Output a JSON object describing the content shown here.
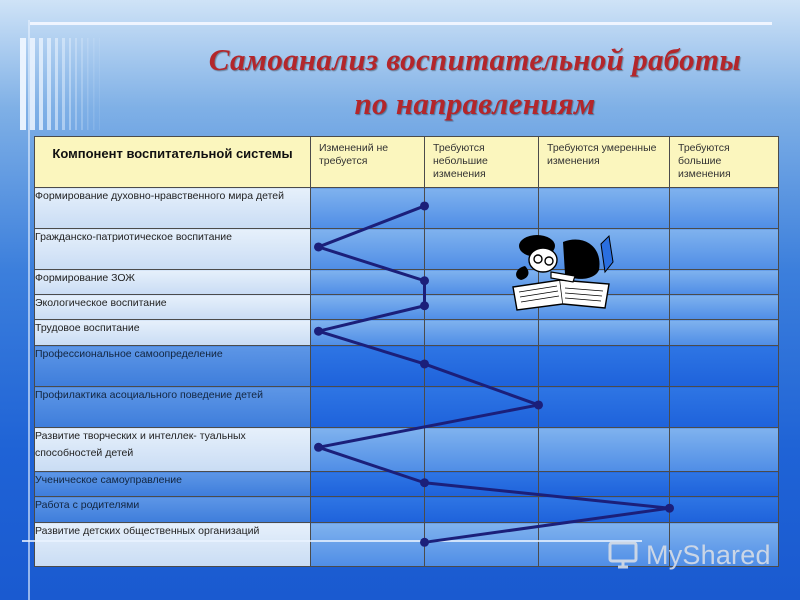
{
  "title": {
    "line1": "Самоанализ воспитательной работы",
    "line2": "по направлениям"
  },
  "table": {
    "header": {
      "component": "Компонент воспитательной системы",
      "columns": [
        "Изменений не требуется",
        "Требуются небольшие изменения",
        "Требуются умеренные изменения",
        "Требуются большие изменения"
      ]
    },
    "rows": [
      {
        "label": "Формирование духовно-нравственного мира детей",
        "level": 1
      },
      {
        "label": "Гражданско-патриотическое воспитание",
        "level": 0
      },
      {
        "label": "Формирование ЗОЖ",
        "level": 1
      },
      {
        "label": "Экологическое воспитание",
        "level": 1
      },
      {
        "label": "Трудовое воспитание",
        "level": 0
      },
      {
        "label": "Профессиональное самоопределение",
        "level": 1
      },
      {
        "label": "Профилактика асоциального поведение детей",
        "level": 2
      },
      {
        "label": "Развитие творческих и интеллек- туальных способностей детей",
        "level": 0
      },
      {
        "label": "Ученическое самоуправление",
        "level": 1
      },
      {
        "label": "Работа с родителями",
        "level": 3
      },
      {
        "label": "Развитие детских общественных организаций",
        "level": 1
      }
    ]
  },
  "colors": {
    "title": "#b3262b",
    "line": "#1b1f7a",
    "header_bg": "#fbf6be"
  },
  "decorations": {
    "book_illustration": "person-reading-book-icon",
    "watermark": "MyShared"
  }
}
